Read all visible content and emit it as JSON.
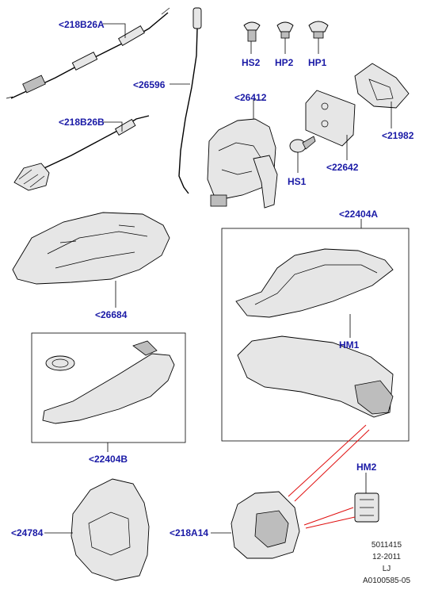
{
  "colors": {
    "callout_text": "#1a1aa6",
    "leader_line": "#000000",
    "exploded_link": "#e01010",
    "part_fill": "#e6e6e6"
  },
  "callouts": [
    {
      "id": "218B26A",
      "text": "<218B26A"
    },
    {
      "id": "218B26B",
      "text": "<218B26B"
    },
    {
      "id": "26596",
      "text": "<26596"
    },
    {
      "id": "HS2",
      "text": "HS2"
    },
    {
      "id": "HP2",
      "text": "HP2"
    },
    {
      "id": "HP1",
      "text": "HP1"
    },
    {
      "id": "26412",
      "text": "<26412"
    },
    {
      "id": "21982",
      "text": "<21982"
    },
    {
      "id": "22642",
      "text": "<22642"
    },
    {
      "id": "HS1",
      "text": "HS1"
    },
    {
      "id": "22404A",
      "text": "<22404A"
    },
    {
      "id": "26684",
      "text": "<26684"
    },
    {
      "id": "HM1",
      "text": "HM1"
    },
    {
      "id": "22404B",
      "text": "<22404B"
    },
    {
      "id": "HM2",
      "text": "HM2"
    },
    {
      "id": "24784",
      "text": "<24784"
    },
    {
      "id": "218A14",
      "text": "<218A14"
    }
  ],
  "footer": {
    "lines": [
      "5011415",
      "12-2011",
      "LJ",
      "A0100585-05"
    ]
  }
}
